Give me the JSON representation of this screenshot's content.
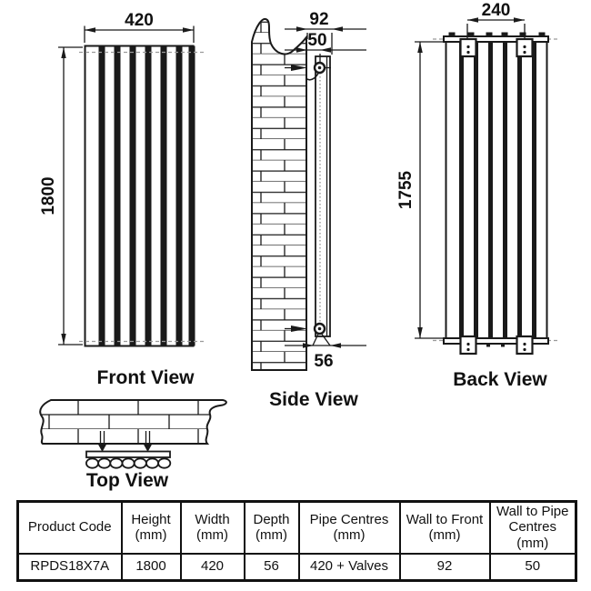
{
  "drawing": {
    "front": {
      "title": "Front View",
      "width_dim": "420",
      "height_dim": "1800"
    },
    "side": {
      "title": "Side View",
      "wall_to_front_dim": "92",
      "wall_to_pipe_dim": "50",
      "depth_dim": "56"
    },
    "back": {
      "title": "Back View",
      "bracket_centres_dim": "240",
      "bracket_height_dim": "1755"
    },
    "top": {
      "title": "Top View"
    }
  },
  "table": {
    "columns": [
      {
        "label": "Product Code",
        "unit": ""
      },
      {
        "label": "Height",
        "unit": "(mm)"
      },
      {
        "label": "Width",
        "unit": "(mm)"
      },
      {
        "label": "Depth",
        "unit": "(mm)"
      },
      {
        "label": "Pipe Centres",
        "unit": "(mm)"
      },
      {
        "label": "Wall to Front",
        "unit": "(mm)"
      },
      {
        "label": "Wall to Pipe Centres",
        "unit": "(mm)"
      }
    ],
    "row": {
      "product_code": "RPDS18X7A",
      "height": "1800",
      "width": "420",
      "depth": "56",
      "pipe_centres": "420 + Valves",
      "wall_to_front": "92",
      "wall_to_pipe_centres": "50"
    }
  },
  "colors": {
    "line": "#1a1a1a",
    "dashed_line": "#9a9a9a",
    "background": "#ffffff"
  }
}
